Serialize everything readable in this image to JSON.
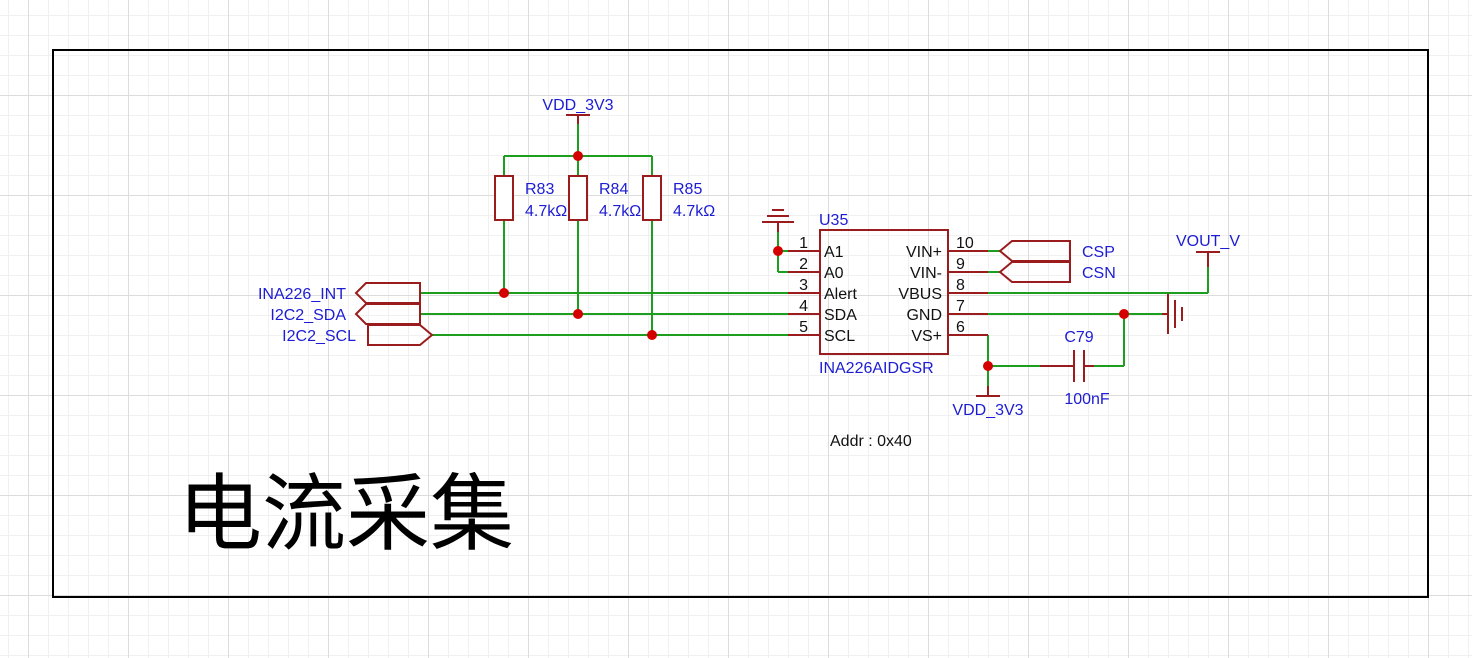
{
  "title": "电流采集",
  "note": "Addr : 0x40",
  "ic": {
    "ref": "U35",
    "part": "INA226AIDGSR",
    "left_pins": [
      {
        "num": "1",
        "name": "A1"
      },
      {
        "num": "2",
        "name": "A0"
      },
      {
        "num": "3",
        "name": "Alert"
      },
      {
        "num": "4",
        "name": "SDA"
      },
      {
        "num": "5",
        "name": "SCL"
      }
    ],
    "right_pins": [
      {
        "num": "10",
        "name": "VIN+"
      },
      {
        "num": "9",
        "name": "VIN-"
      },
      {
        "num": "8",
        "name": "VBUS"
      },
      {
        "num": "7",
        "name": "GND"
      },
      {
        "num": "6",
        "name": "VS+"
      }
    ]
  },
  "resistors": [
    {
      "ref": "R83",
      "value": "4.7kΩ"
    },
    {
      "ref": "R84",
      "value": "4.7kΩ"
    },
    {
      "ref": "R85",
      "value": "4.7kΩ"
    }
  ],
  "capacitor": {
    "ref": "C79",
    "value": "100nF"
  },
  "power": {
    "top": "VDD_3V3",
    "bottom": "VDD_3V3",
    "vout": "VOUT_V"
  },
  "net_ports": {
    "left": [
      "INA226_INT",
      "I2C2_SDA",
      "I2C2_SCL"
    ],
    "right": [
      "CSP",
      "CSN"
    ]
  }
}
